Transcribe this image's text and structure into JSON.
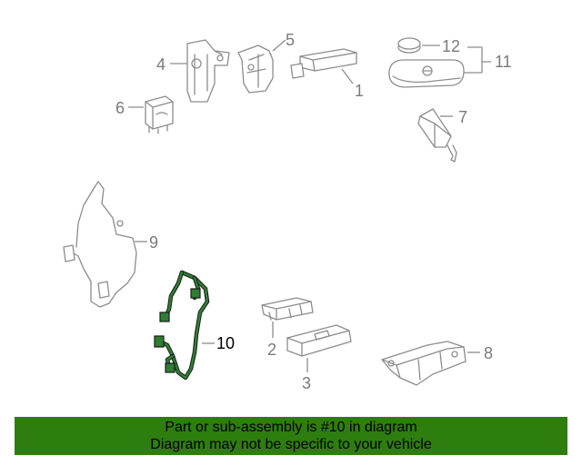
{
  "callouts": {
    "c1": "1",
    "c2": "2",
    "c3": "3",
    "c4": "4",
    "c5": "5",
    "c6": "6",
    "c7": "7",
    "c8": "8",
    "c9": "9",
    "c10": "10",
    "c11": "11",
    "c12": "12"
  },
  "highlighted_part": "10",
  "colors": {
    "highlight": "#2e7d32",
    "banner": "#2e7d0f",
    "line": "#8c8c8c"
  },
  "banner": {
    "line1": "Part or sub-assembly is #10 in diagram",
    "line2": "Diagram may not be specific to your vehicle"
  }
}
